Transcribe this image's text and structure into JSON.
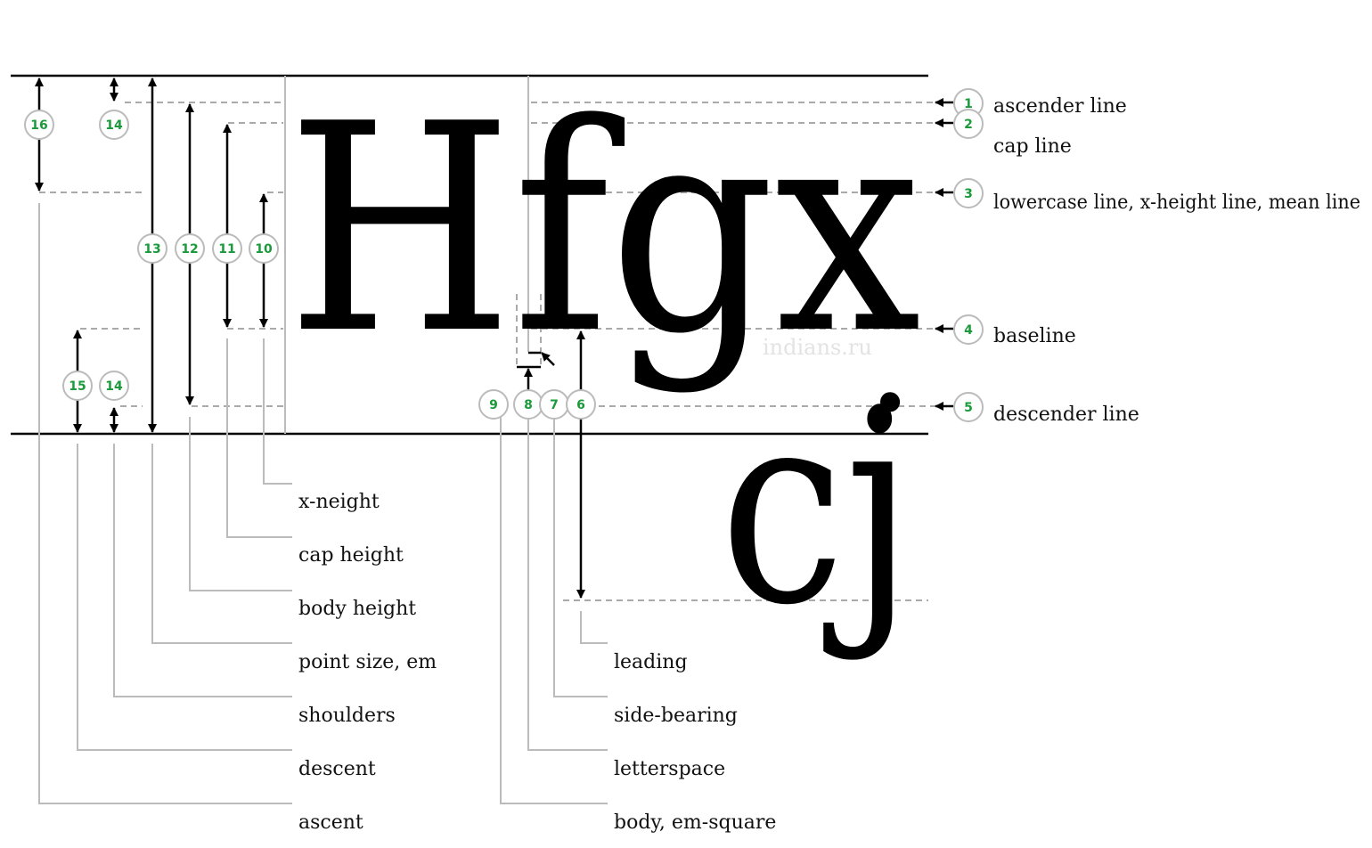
{
  "glyphs": {
    "main": "Hfgx",
    "dot": ".",
    "second": "cj"
  },
  "watermark": "indians.ru",
  "lines": [
    {
      "num": "1",
      "label": "ascender line"
    },
    {
      "num": "2",
      "label": "cap line"
    },
    {
      "num": "3",
      "label": "lowercase line, x-height line, mean line"
    },
    {
      "num": "4",
      "label": "baseline"
    },
    {
      "num": "5",
      "label": "descender line"
    }
  ],
  "markers": {
    "m6": "6",
    "m7": "7",
    "m8": "8",
    "m9": "9",
    "m10": "10",
    "m11": "11",
    "m12": "12",
    "m13": "13",
    "m14a": "14",
    "m14b": "14",
    "m15": "15",
    "m16": "16"
  },
  "metrics_left": [
    {
      "label": "x-neight"
    },
    {
      "label": "cap height"
    },
    {
      "label": "body height"
    },
    {
      "label": "point size, em"
    },
    {
      "label": "shoulders"
    },
    {
      "label": "descent"
    },
    {
      "label": "ascent"
    }
  ],
  "metrics_right": [
    {
      "label": "leading"
    },
    {
      "label": "side-bearing"
    },
    {
      "label": "letterspace"
    },
    {
      "label": "body, em-square"
    }
  ]
}
